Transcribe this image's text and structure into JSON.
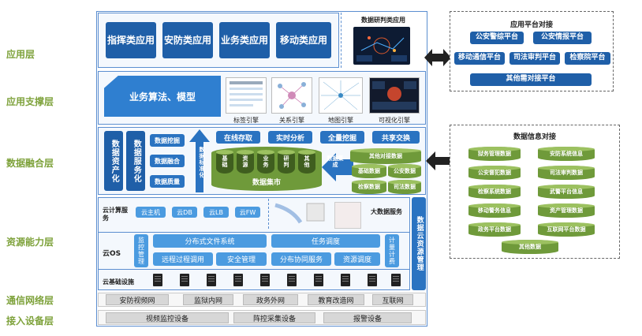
{
  "layers": {
    "app": "应用层",
    "support": "应用支撑层",
    "fusion": "数据融合层",
    "resource": "资源能力层",
    "network": "通信网络层",
    "access": "接入设备层"
  },
  "app_layer": {
    "buttons": [
      "指挥类应用",
      "安防类应用",
      "业务类应用",
      "移动类应用"
    ],
    "analysis_title": "数据研判类应用"
  },
  "support_layer": {
    "algo": "业务算法、模型",
    "engines": [
      "标签引擎",
      "关系引擎",
      "地图引擎",
      "可视化引擎"
    ]
  },
  "fusion_layer": {
    "vert": [
      "数据资产化",
      "数据服务化"
    ],
    "small": [
      "数据挖掘",
      "数据融合",
      "数据质量"
    ],
    "up_label": "数据标准化",
    "top_buttons": [
      "在线存取",
      "实时分析",
      "全量挖掘",
      "共享交换"
    ],
    "mart_cols": [
      "基础",
      "资源",
      "业务",
      "研判",
      "其他"
    ],
    "mart_label": "数据集市",
    "collect_label": "数据集成",
    "right_cyl": [
      "其他对接数据",
      "基础数据",
      "公安数据",
      "检察数据",
      "司法数据"
    ]
  },
  "resource_layer": {
    "cloud_label": "云计算服务",
    "cloud_items": [
      "云主机",
      "云DB",
      "云LB",
      "云FW"
    ],
    "bigdata_label": "大数据服务",
    "cloudos_label": "云OS",
    "left_side": "监控管理",
    "right_side": "计量计费",
    "os_items": [
      "分布式文件系统",
      "任务调度",
      "远程过程调用",
      "安全管理",
      "分布协同服务",
      "资源调度"
    ],
    "infra_label": "云基础设施",
    "vertical_right": "数据云资源管理"
  },
  "network_layer": [
    "安防视频网",
    "监狱内网",
    "政务外网",
    "教育改造网",
    "互联网"
  ],
  "access_layer": [
    "视频监控设备",
    "阵控采集设备",
    "报警设备"
  ],
  "platform_panel": {
    "title": "应用平台对接",
    "items": [
      "公安警综平台",
      "公安情报平台",
      "移动通信平台",
      "司法审判平台",
      "检察院平台",
      "其他需对接平台"
    ]
  },
  "data_panel": {
    "title": "数据信息对接",
    "left": [
      "狱务管理数据",
      "公安督犯数据",
      "检察系统数据",
      "移动警务信息",
      "政务平台数据"
    ],
    "right": [
      "安防系统信息",
      "司法审判数据",
      "武警平台信息",
      "资产管理数据",
      "互联网平台数据"
    ],
    "bottom": "其他数据"
  },
  "colors": {
    "blue": "#1f5fa8",
    "green": "#7ea23b",
    "cyl": "#6f9a3a"
  }
}
